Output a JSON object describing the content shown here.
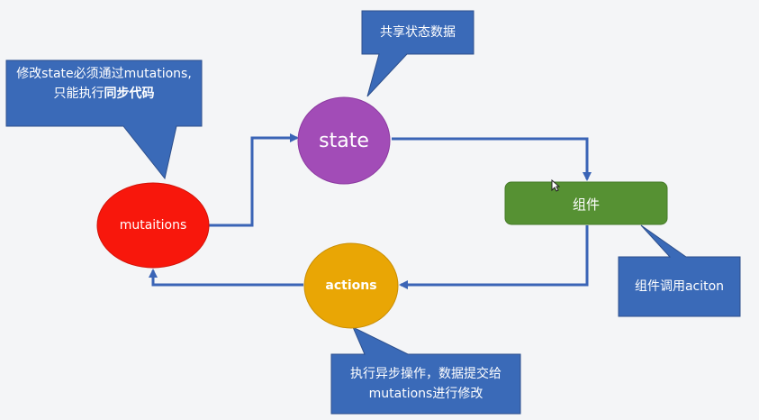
{
  "colors": {
    "background": "#f4f5f7",
    "arrow": "#3a64b6",
    "callout_fill": "#3a6ab8",
    "callout_stroke": "#2d4f8c",
    "state_fill": "#a24cb7",
    "mutations_fill": "#f8170c",
    "actions_fill": "#e9a605",
    "component_fill": "#569133"
  },
  "nodes": {
    "state": "state",
    "mutations": "mutaitions",
    "actions": "actions",
    "component": "组件"
  },
  "callouts": {
    "state_note": "共享状态数据",
    "mutations_note_line1": "修改state必须通过mutations,",
    "mutations_note_line2_prefix": "只能执行",
    "mutations_note_line2_strong": "同步代码",
    "component_note": "组件调用aciton",
    "actions_note_line1": "执行异步操作，数据提交给",
    "actions_note_line2": "mutations进行修改"
  }
}
